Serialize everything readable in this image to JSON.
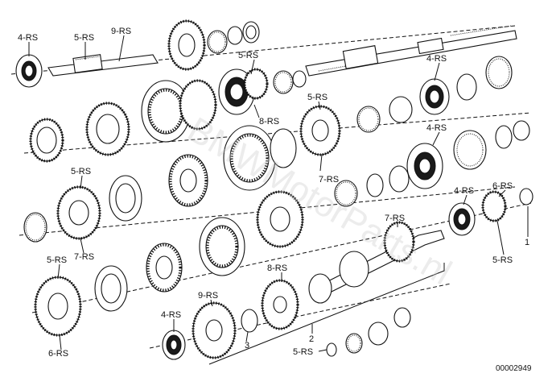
{
  "diagram": {
    "labels": {
      "four_rs": "4-RS",
      "five_rs": "5-RS",
      "six_rs": "6-RS",
      "seven_rs": "7-RS",
      "eight_rs": "8-RS",
      "nine_rs": "9-RS",
      "one": "1",
      "two": "2",
      "three": "3"
    },
    "reference": "00002949",
    "watermark": "BMWMotorParts.nl"
  }
}
